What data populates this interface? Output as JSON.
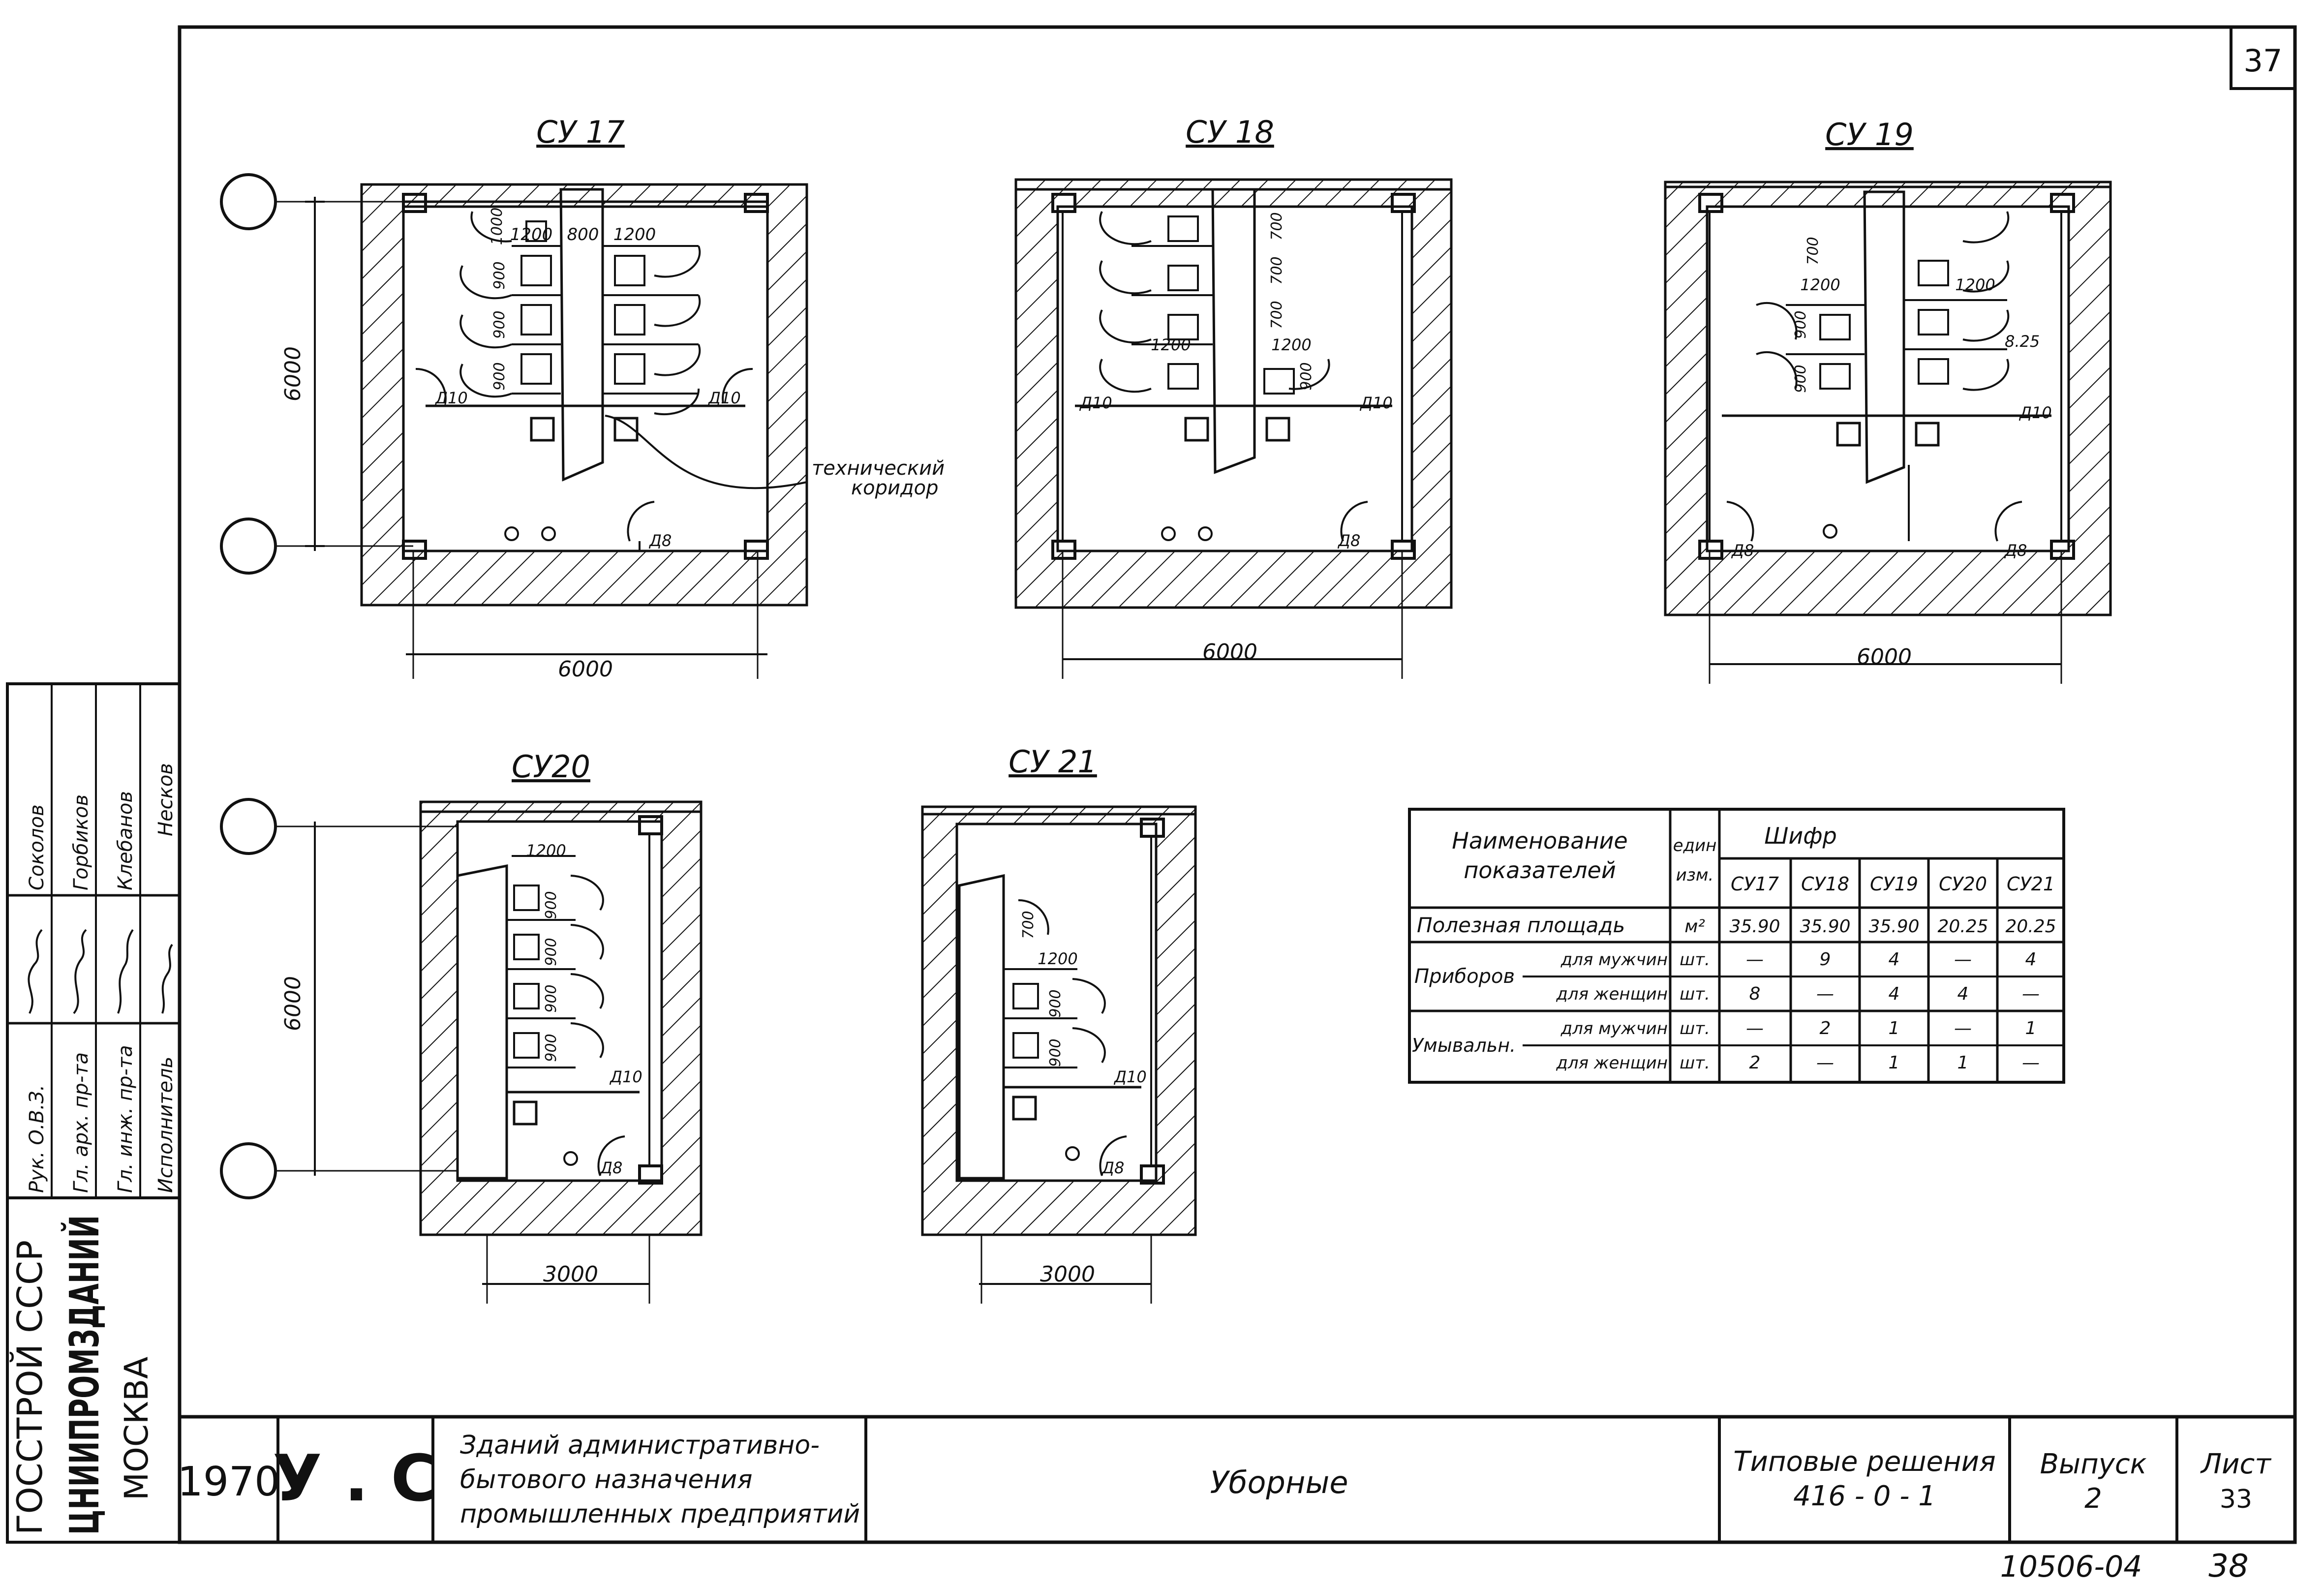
{
  "sheet_corner_number": "37",
  "plans": [
    {
      "id": "su17",
      "title": "СУ 17",
      "dim_bottom": "6000",
      "dim_left": "6000",
      "labels": [
        "1200",
        "800",
        "1200",
        "1000",
        "900",
        "900",
        "900",
        "Д10",
        "Д10",
        "Д8"
      ]
    },
    {
      "id": "su18",
      "title": "СУ 18",
      "dim_bottom": "6000",
      "labels": [
        "700",
        "700",
        "700",
        "1200",
        "1200",
        "900",
        "Д10",
        "Д10",
        "Д8"
      ]
    },
    {
      "id": "su19",
      "title": "СУ 19",
      "dim_bottom": "6000",
      "labels": [
        "700",
        "1200",
        "1200",
        "900",
        "900",
        "8.25",
        "Д10",
        "Д8",
        "Д8"
      ]
    },
    {
      "id": "su20",
      "title": "СУ20",
      "dim_bottom": "3000",
      "dim_left": "6000",
      "labels": [
        "1200",
        "900",
        "900",
        "900",
        "900",
        "Д10",
        "Д8"
      ]
    },
    {
      "id": "su21",
      "title": "СУ 21",
      "dim_bottom": "3000",
      "labels": [
        "700",
        "1200",
        "900",
        "900",
        "Д10",
        "Д8"
      ]
    }
  ],
  "callout": {
    "line1": "технический",
    "line2": "коридор"
  },
  "table": {
    "header_name_1": "Наименование",
    "header_name_2": "показателей",
    "header_unit_1": "един",
    "header_unit_2": "изм.",
    "header_code": "Шифр",
    "codes": [
      "СУ17",
      "СУ18",
      "СУ19",
      "СУ20",
      "СУ21"
    ],
    "rows": [
      {
        "group": "Полезная площадь",
        "sub": "",
        "unit": "м²",
        "values": [
          "35.90",
          "35.90",
          "35.90",
          "20.25",
          "20.25"
        ]
      },
      {
        "group": "Приборов",
        "sub": "для мужчин",
        "unit": "шт.",
        "values": [
          "—",
          "9",
          "4",
          "—",
          "4"
        ]
      },
      {
        "group": "",
        "sub": "для женщин",
        "unit": "шт.",
        "values": [
          "8",
          "—",
          "4",
          "4",
          "—"
        ]
      },
      {
        "group": "Умывальн.",
        "sub": "для мужчин",
        "unit": "шт.",
        "values": [
          "—",
          "2",
          "1",
          "—",
          "1"
        ]
      },
      {
        "group": "",
        "sub": "для женщин",
        "unit": "шт.",
        "values": [
          "2",
          "—",
          "1",
          "1",
          "—"
        ]
      }
    ]
  },
  "side_stamp": {
    "org_line1": "ГОССТРОЙ СССР",
    "org_line2": "ЦНИИПРОМЗДАНИЙ",
    "org_line3": "МОСКВА",
    "roles": [
      "Рук. О.В.З.",
      "Гл. арх. пр-та",
      "Гл. инж. пр-та",
      "Исполнитель"
    ],
    "names": [
      "Соколов",
      "Горбиков",
      "Клебанов",
      "Несков"
    ]
  },
  "title_block": {
    "year": "1970",
    "code": "У . С",
    "desc_line1": "Зданий административно-",
    "desc_line2": "бытового назначения",
    "desc_line3": "промышленных предприятий",
    "sheet_title": "Уборные",
    "series_line1": "Типовые решения",
    "series_line2": "416 - 0 - 1",
    "issue_label": "Выпуск",
    "issue_value": "2",
    "sheet_label": "Лист",
    "sheet_value": "33"
  },
  "footer": {
    "archive_number": "10506-04",
    "page_number": "38"
  }
}
